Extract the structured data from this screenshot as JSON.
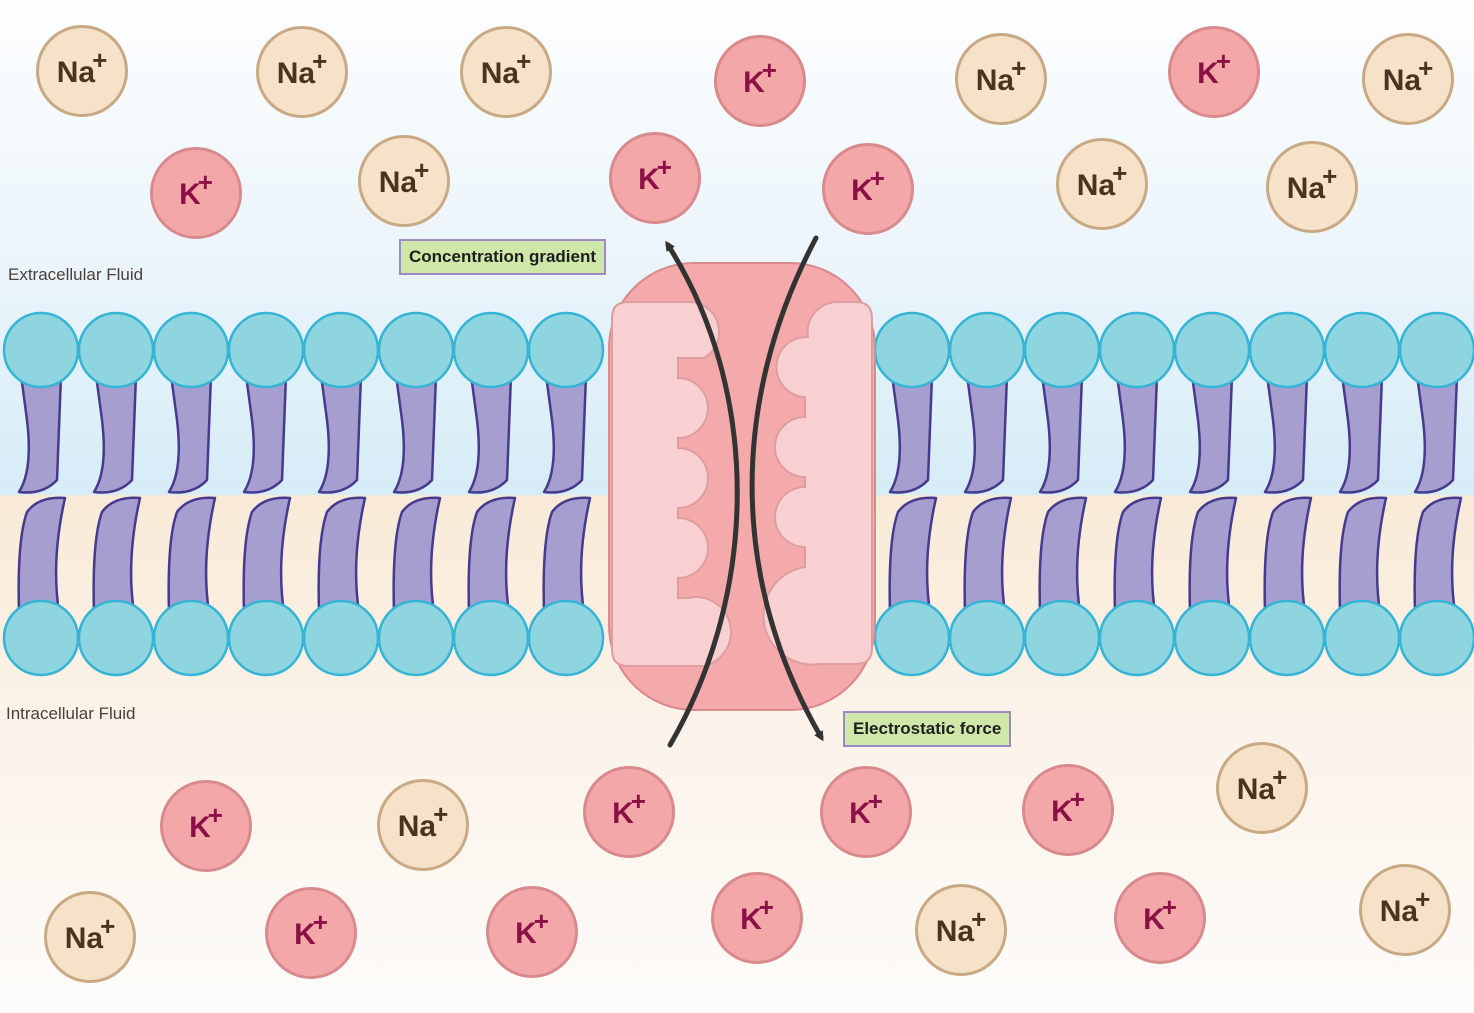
{
  "labels": {
    "extracellular": "Extracellular Fluid",
    "intracellular": "Intracellular Fluid",
    "concentration": "Concentration gradient",
    "electrostatic": "Electrostatic force"
  },
  "ion_types": {
    "na": {
      "symbol": "Na",
      "charge": "+",
      "fill": "#f5e2c8",
      "stroke": "#c8a983",
      "text": "#4a3320"
    },
    "k": {
      "symbol": "K",
      "charge": "+",
      "fill": "#f4a7a9",
      "stroke": "#d88a8d",
      "text": "#8b1045"
    }
  },
  "colors": {
    "phospholipid_head": "#8fd5df",
    "phospholipid_head_stroke": "#35b4d6",
    "phospholipid_tail": "#a59ecf",
    "phospholipid_tail_stroke": "#463a8e",
    "channel_fill": "#f4a9aa",
    "channel_stroke": "#d98a8d",
    "channel_inner": "#f8d0d2",
    "arrow": "#333333",
    "label_fill": "#cfe8a9",
    "label_stroke": "#9c8ac4"
  },
  "icons": {
    "channel": "potassium-channel-protein",
    "membrane": "phospholipid-bilayer",
    "arrow_up": "arrow-up-curved",
    "arrow_down": "arrow-down-curved"
  }
}
